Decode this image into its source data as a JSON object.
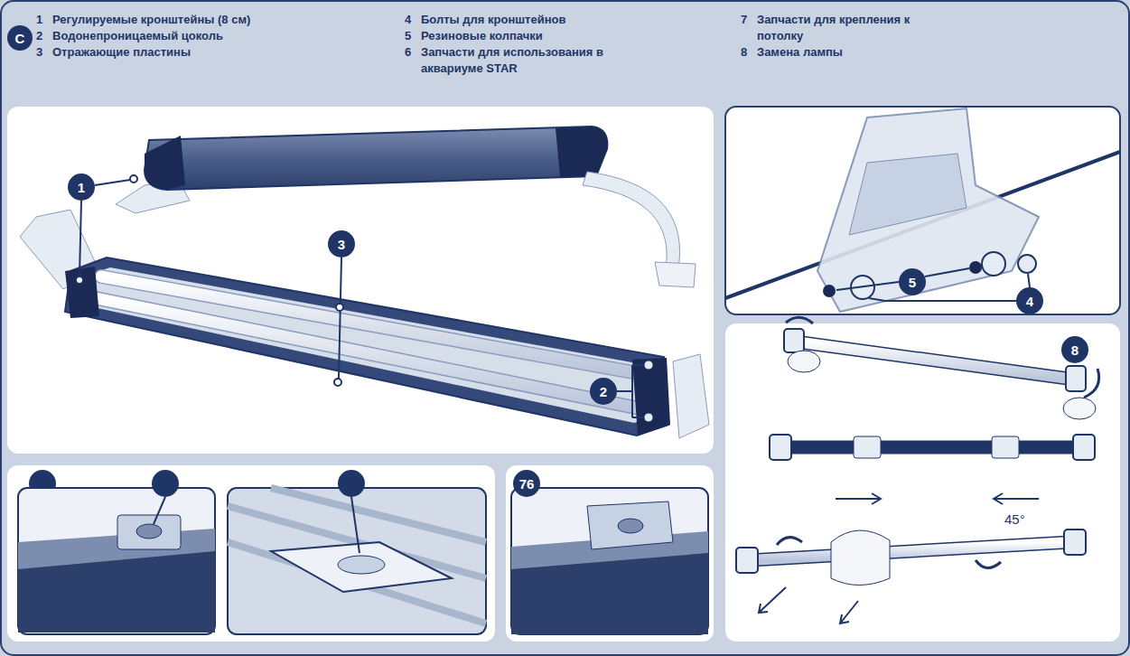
{
  "diagram": {
    "labels": [
      "C",
      "1",
      "Регулируемые кронштейны (8 см)",
      "2",
      "Водонепроницаемый цоколь",
      "3",
      "Отражающие пластины",
      "4",
      "Болты для кронштейнов",
      "5",
      "Резиновые колпачки",
      "6",
      "Запчасти для использования в аквариуме STAR",
      "7",
      "Запчасти для крепления к потолку",
      "8",
      "Замена лампы",
      "1",
      "3",
      "2",
      "5",
      "4",
      "8",
      "76",
      "45°"
    ]
  }
}
